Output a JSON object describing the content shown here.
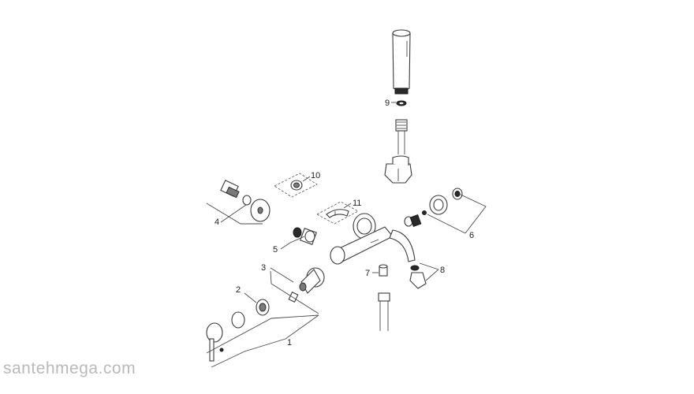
{
  "part_numbers": [
    "1",
    "2",
    "3",
    "4",
    "5",
    "6",
    "7",
    "8",
    "9",
    "10",
    "11"
  ],
  "watermark": "santehmega.com",
  "colors": {
    "line": "#3a3a3a",
    "watermark": "#b9b9b9"
  }
}
